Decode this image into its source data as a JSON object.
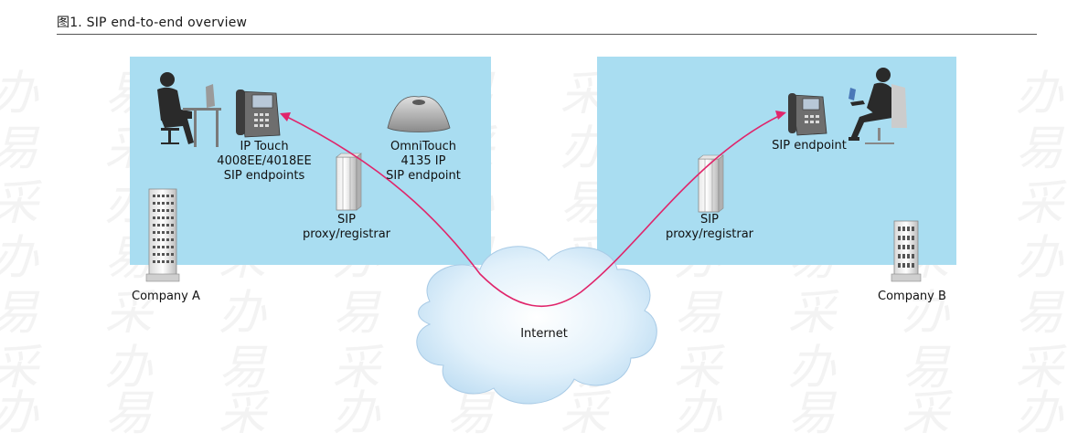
{
  "caption": "图1. SIP end-to-end overview",
  "watermark": {
    "text": "办易采办易采办易采办易采办易采办易采",
    "rows": [
      "办 易 采 办 易 采 办 易 采 办 易 采 办 易 采 办 易 采",
      "易 采 办 易 采 办 易 采 办 易 采 办 易 采 办 易 采 办",
      "采 办 易 采 办 易 采 办 易 采 办 易 采 办 易 采 办 易"
    ]
  },
  "company_a": {
    "name": "Company A",
    "phone_label_line1": "IP Touch",
    "phone_label_line2": "4008EE/4018EE",
    "phone_label_line3": "SIP endpoints",
    "conference_label_line1": "OmniTouch",
    "conference_label_line2": "4135 IP",
    "conference_label_line3": "SIP endpoint",
    "proxy_label_line1": "SIP",
    "proxy_label_line2": "proxy/registrar"
  },
  "company_b": {
    "name": "Company B",
    "phone_label": "SIP endpoint",
    "proxy_label_line1": "SIP",
    "proxy_label_line2": "proxy/registrar"
  },
  "cloud_label": "Internet",
  "colors": {
    "panel": "#a9ddf1",
    "signal_path": "#e0256b",
    "cloud": "#d6ecfa"
  }
}
